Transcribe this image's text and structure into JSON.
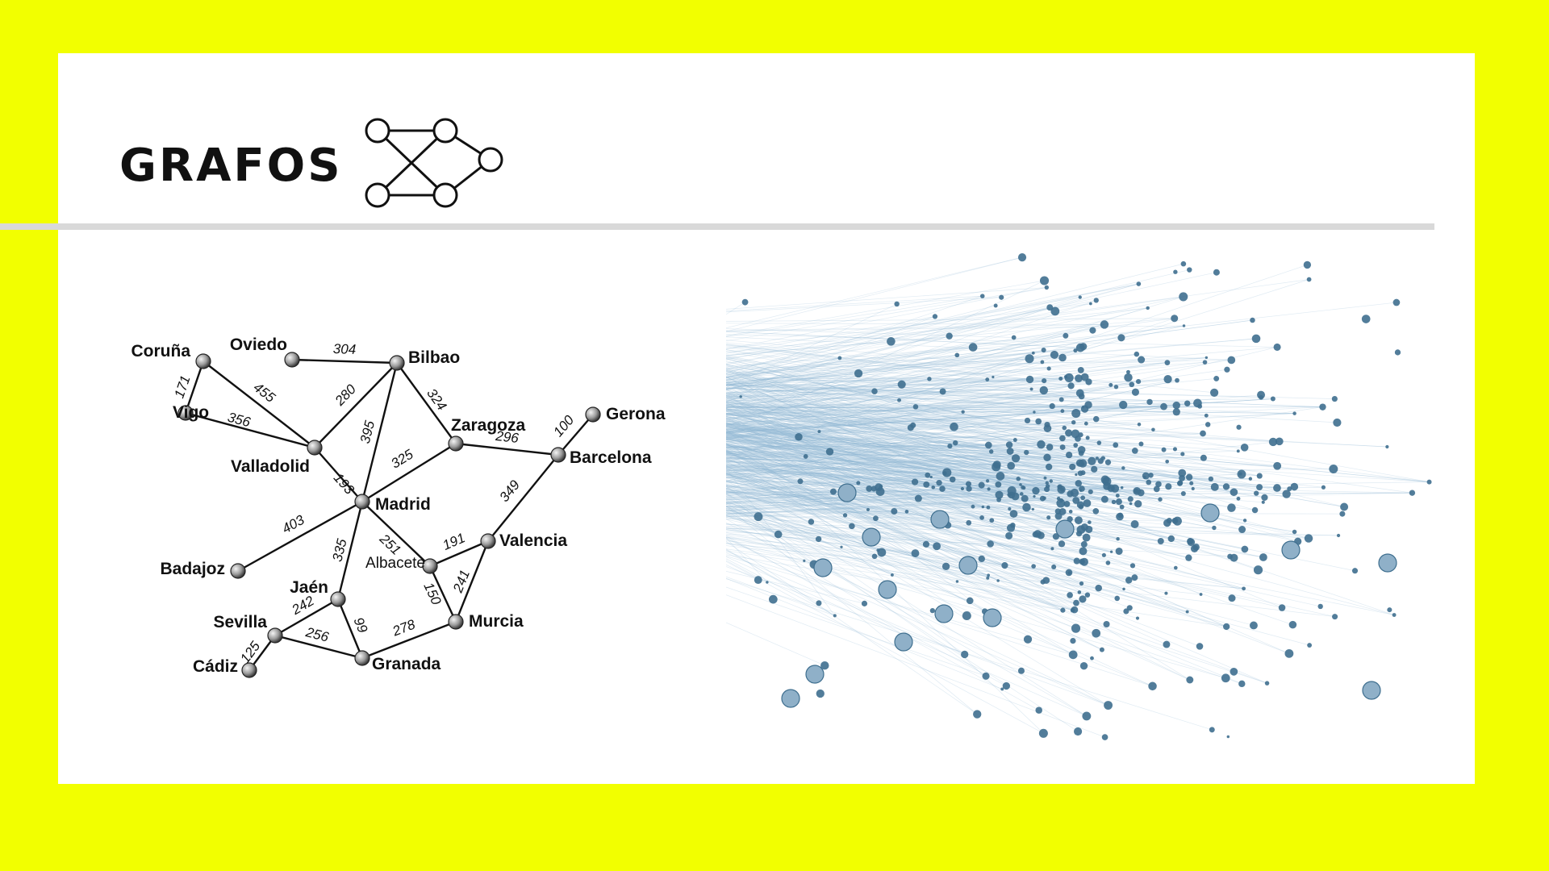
{
  "title": "GRAFOS",
  "icons": {
    "header": "graph-icon"
  },
  "colors": {
    "background": "#f2ff00",
    "card": "#ffffff",
    "divider": "#d9d9d9",
    "network_node": "#3f6f8f",
    "network_edge": "#8fb8d4"
  },
  "map": {
    "cities": [
      {
        "id": "coruna",
        "name": "Coruña"
      },
      {
        "id": "oviedo",
        "name": "Oviedo"
      },
      {
        "id": "bilbao",
        "name": "Bilbao"
      },
      {
        "id": "vigo",
        "name": "Vigo"
      },
      {
        "id": "valladolid",
        "name": "Valladolid"
      },
      {
        "id": "zaragoza",
        "name": "Zaragoza"
      },
      {
        "id": "gerona",
        "name": "Gerona"
      },
      {
        "id": "barcelona",
        "name": "Barcelona"
      },
      {
        "id": "madrid",
        "name": "Madrid"
      },
      {
        "id": "badajoz",
        "name": "Badajoz"
      },
      {
        "id": "valencia",
        "name": "Valencia"
      },
      {
        "id": "albacete",
        "name": "Albacete"
      },
      {
        "id": "jaen",
        "name": "Jaén"
      },
      {
        "id": "murcia",
        "name": "Murcia"
      },
      {
        "id": "sevilla",
        "name": "Sevilla"
      },
      {
        "id": "cadiz",
        "name": "Cádiz"
      },
      {
        "id": "granada",
        "name": "Granada"
      }
    ],
    "roads": [
      {
        "from": "oviedo",
        "to": "bilbao",
        "km": "304"
      },
      {
        "from": "coruna",
        "to": "vigo",
        "km": "171"
      },
      {
        "from": "coruna",
        "to": "valladolid",
        "km": "455"
      },
      {
        "from": "vigo",
        "to": "valladolid",
        "km": "356"
      },
      {
        "from": "valladolid",
        "to": "bilbao",
        "km": "280"
      },
      {
        "from": "bilbao",
        "to": "madrid",
        "km": "395"
      },
      {
        "from": "bilbao",
        "to": "zaragoza",
        "km": "324"
      },
      {
        "from": "valladolid",
        "to": "madrid",
        "km": "193"
      },
      {
        "from": "zaragoza",
        "to": "madrid",
        "km": "325"
      },
      {
        "from": "zaragoza",
        "to": "barcelona",
        "km": "296"
      },
      {
        "from": "barcelona",
        "to": "gerona",
        "km": "100"
      },
      {
        "from": "barcelona",
        "to": "valencia",
        "km": "349"
      },
      {
        "from": "madrid",
        "to": "badajoz",
        "km": "403"
      },
      {
        "from": "madrid",
        "to": "albacete",
        "km": "251"
      },
      {
        "from": "madrid",
        "to": "jaen",
        "km": "335"
      },
      {
        "from": "albacete",
        "to": "valencia",
        "km": "191"
      },
      {
        "from": "albacete",
        "to": "murcia",
        "km": "150"
      },
      {
        "from": "valencia",
        "to": "murcia",
        "km": "241"
      },
      {
        "from": "jaen",
        "to": "sevilla",
        "km": "242"
      },
      {
        "from": "jaen",
        "to": "granada",
        "km": "99"
      },
      {
        "from": "sevilla",
        "to": "granada",
        "km": "256"
      },
      {
        "from": "granada",
        "to": "murcia",
        "km": "278"
      },
      {
        "from": "sevilla",
        "to": "cadiz",
        "km": "125"
      }
    ]
  }
}
